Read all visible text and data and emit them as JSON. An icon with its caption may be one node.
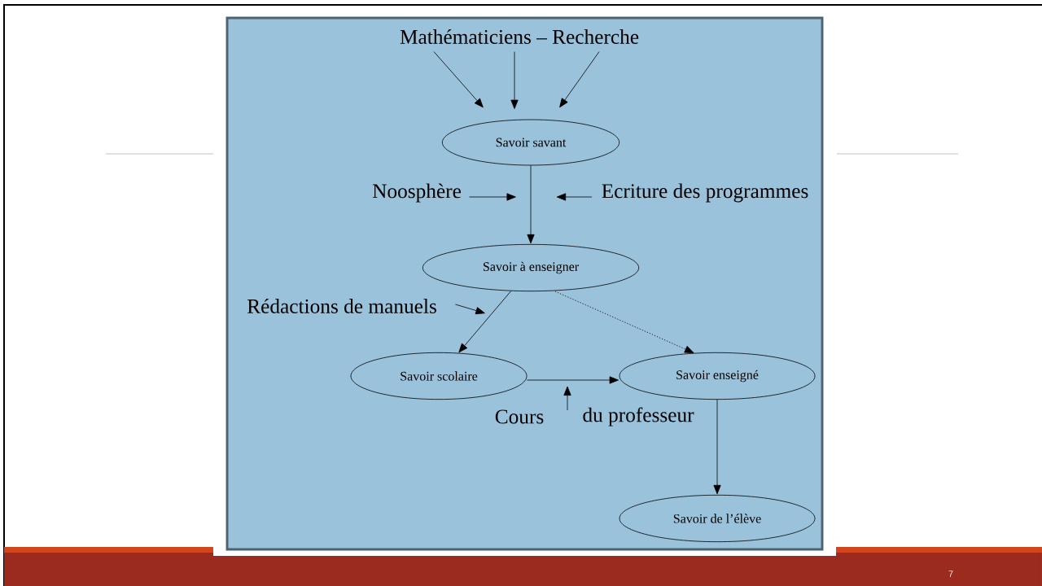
{
  "diagram": {
    "nodes": [
      {
        "text": [
          "Mathématiciens – Recherche"
        ]
      },
      {
        "text": [
          "Savoir savant"
        ]
      },
      {
        "text": [
          "Savoir à enseigner"
        ]
      },
      {
        "text": [
          "Savoir scolaire"
        ]
      },
      {
        "text": [
          "Savoir enseigné"
        ]
      },
      {
        "text": [
          "Savoir de l’élève"
        ]
      },
      {
        "text": [
          "Noosphère"
        ]
      },
      {
        "text": [
          "Ecriture des programmes"
        ]
      },
      {
        "text": [
          "Rédactions de manuels"
        ]
      },
      {
        "text": [
          "Cours"
        ]
      },
      {
        "text": [
          "du professeur"
        ]
      }
    ],
    "edges": [
      {
        "from": 0,
        "to": 1,
        "arrow": "to"
      },
      {
        "from": 0,
        "to": 1,
        "arrow": "to"
      },
      {
        "from": 0,
        "to": 1,
        "arrow": "to"
      },
      {
        "from": 1,
        "to": 2,
        "arrow": "to"
      },
      {
        "from": 2,
        "to": 3,
        "arrow": "to"
      },
      {
        "from": 2,
        "to": 4,
        "arrow": "to",
        "style": "dashed"
      },
      {
        "from": 3,
        "to": 4,
        "arrow": "to"
      },
      {
        "from": 4,
        "to": 5,
        "arrow": "to"
      },
      {
        "from": 6,
        "to": null,
        "arrow": "to"
      },
      {
        "from": 7,
        "to": null,
        "arrow": "to"
      },
      {
        "from": 8,
        "to": null,
        "arrow": "to"
      }
    ],
    "labels": [
      "7"
    ]
  }
}
